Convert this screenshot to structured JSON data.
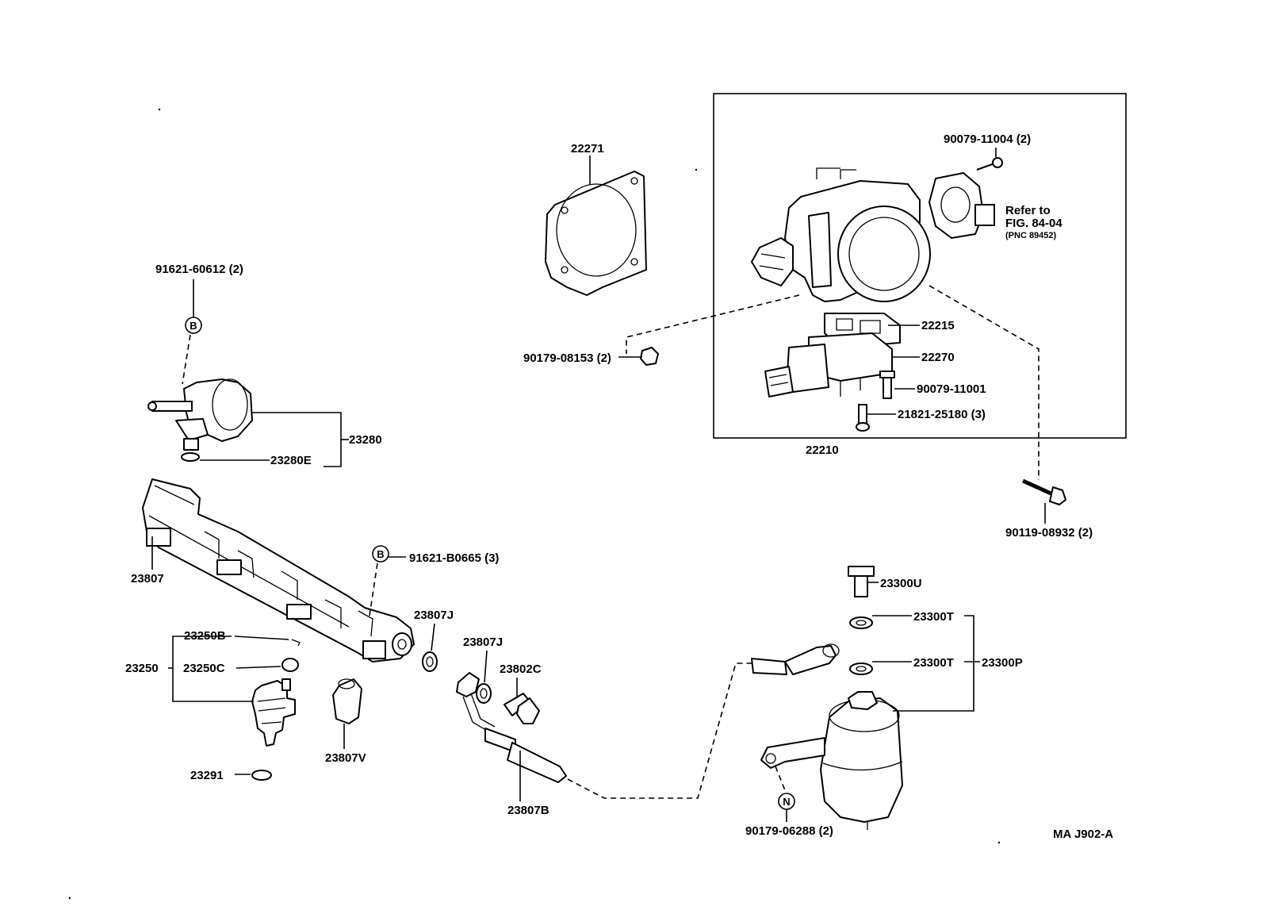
{
  "labels": {
    "p91621_60612": "91621-60612 (2)",
    "p23280": "23280",
    "p23280E": "23280E",
    "p23807": "23807",
    "p91621_B0665": "91621-B0665 (3)",
    "p23807J_a": "23807J",
    "p23807J_b": "23807J",
    "p23802C": "23802C",
    "p23250B": "23250B",
    "p23250": "23250",
    "p23250C": "23250C",
    "p23807V": "23807V",
    "p23291": "23291",
    "p23807B": "23807B",
    "p22271": "22271",
    "p90179_08153": "90179-08153 (2)",
    "p90079_11004": "90079-11004 (2)",
    "refer_line1": "Refer to",
    "refer_line2": "FIG. 84-04",
    "refer_line3": "(PNC 89452)",
    "p22215": "22215",
    "p22270": "22270",
    "p90079_11001": "90079-11001",
    "p21821_25180": "21821-25180 (3)",
    "p22210": "22210",
    "p90119_08932": "90119-08932 (2)",
    "p23300U": "23300U",
    "p23300T_a": "23300T",
    "p23300T_b": "23300T",
    "p23300P": "23300P",
    "p90179_06288": "90179-06288 (2)",
    "figure_code": "MA J902-A"
  },
  "callouts": {
    "B1": "B",
    "B2": "B",
    "N": "N"
  }
}
